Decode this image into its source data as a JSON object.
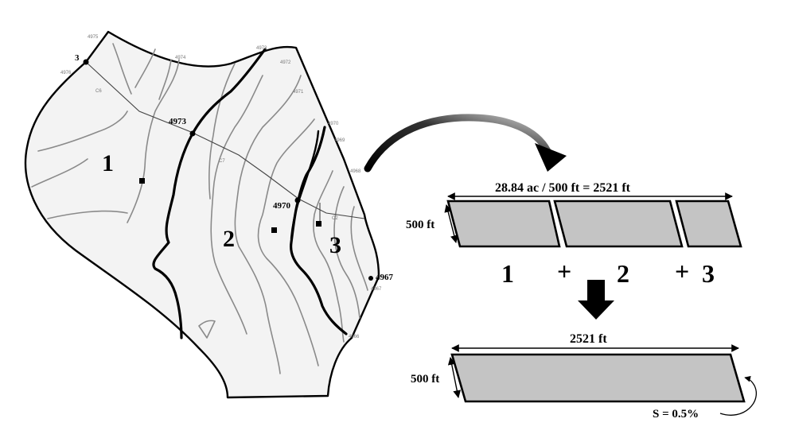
{
  "map": {
    "subareas": [
      "1",
      "2",
      "3"
    ],
    "elevations": {
      "node_top": "3",
      "node_divide": "4973",
      "node_mid": "4970",
      "outlet": "4967"
    },
    "faint_labels": {
      "c_top": "C6",
      "c_mid": "C7",
      "c_right": "C2",
      "c1": "4975",
      "c2": "4974",
      "c3": "4973",
      "c4": "4972",
      "c5": "4971",
      "c6": "4970",
      "c7": "4969",
      "c8": "4968",
      "c9": "4976",
      "c10": "4967",
      "c11": "4966"
    }
  },
  "composite": {
    "width_formula": "28.84 ac / 500 ft = 2521 ft",
    "height_label": "500 ft",
    "sum": {
      "p1": "1",
      "plus1": "+",
      "p2": "2",
      "plus2": "+",
      "p3": "3"
    }
  },
  "equivalent": {
    "width_label": "2521 ft",
    "height_label": "500 ft",
    "slope_label": "S = 0.5%"
  },
  "colors": {
    "plane_fill": "#c4c4c4",
    "map_fill": "#f3f3f3",
    "contour": "#8a8a8a"
  }
}
